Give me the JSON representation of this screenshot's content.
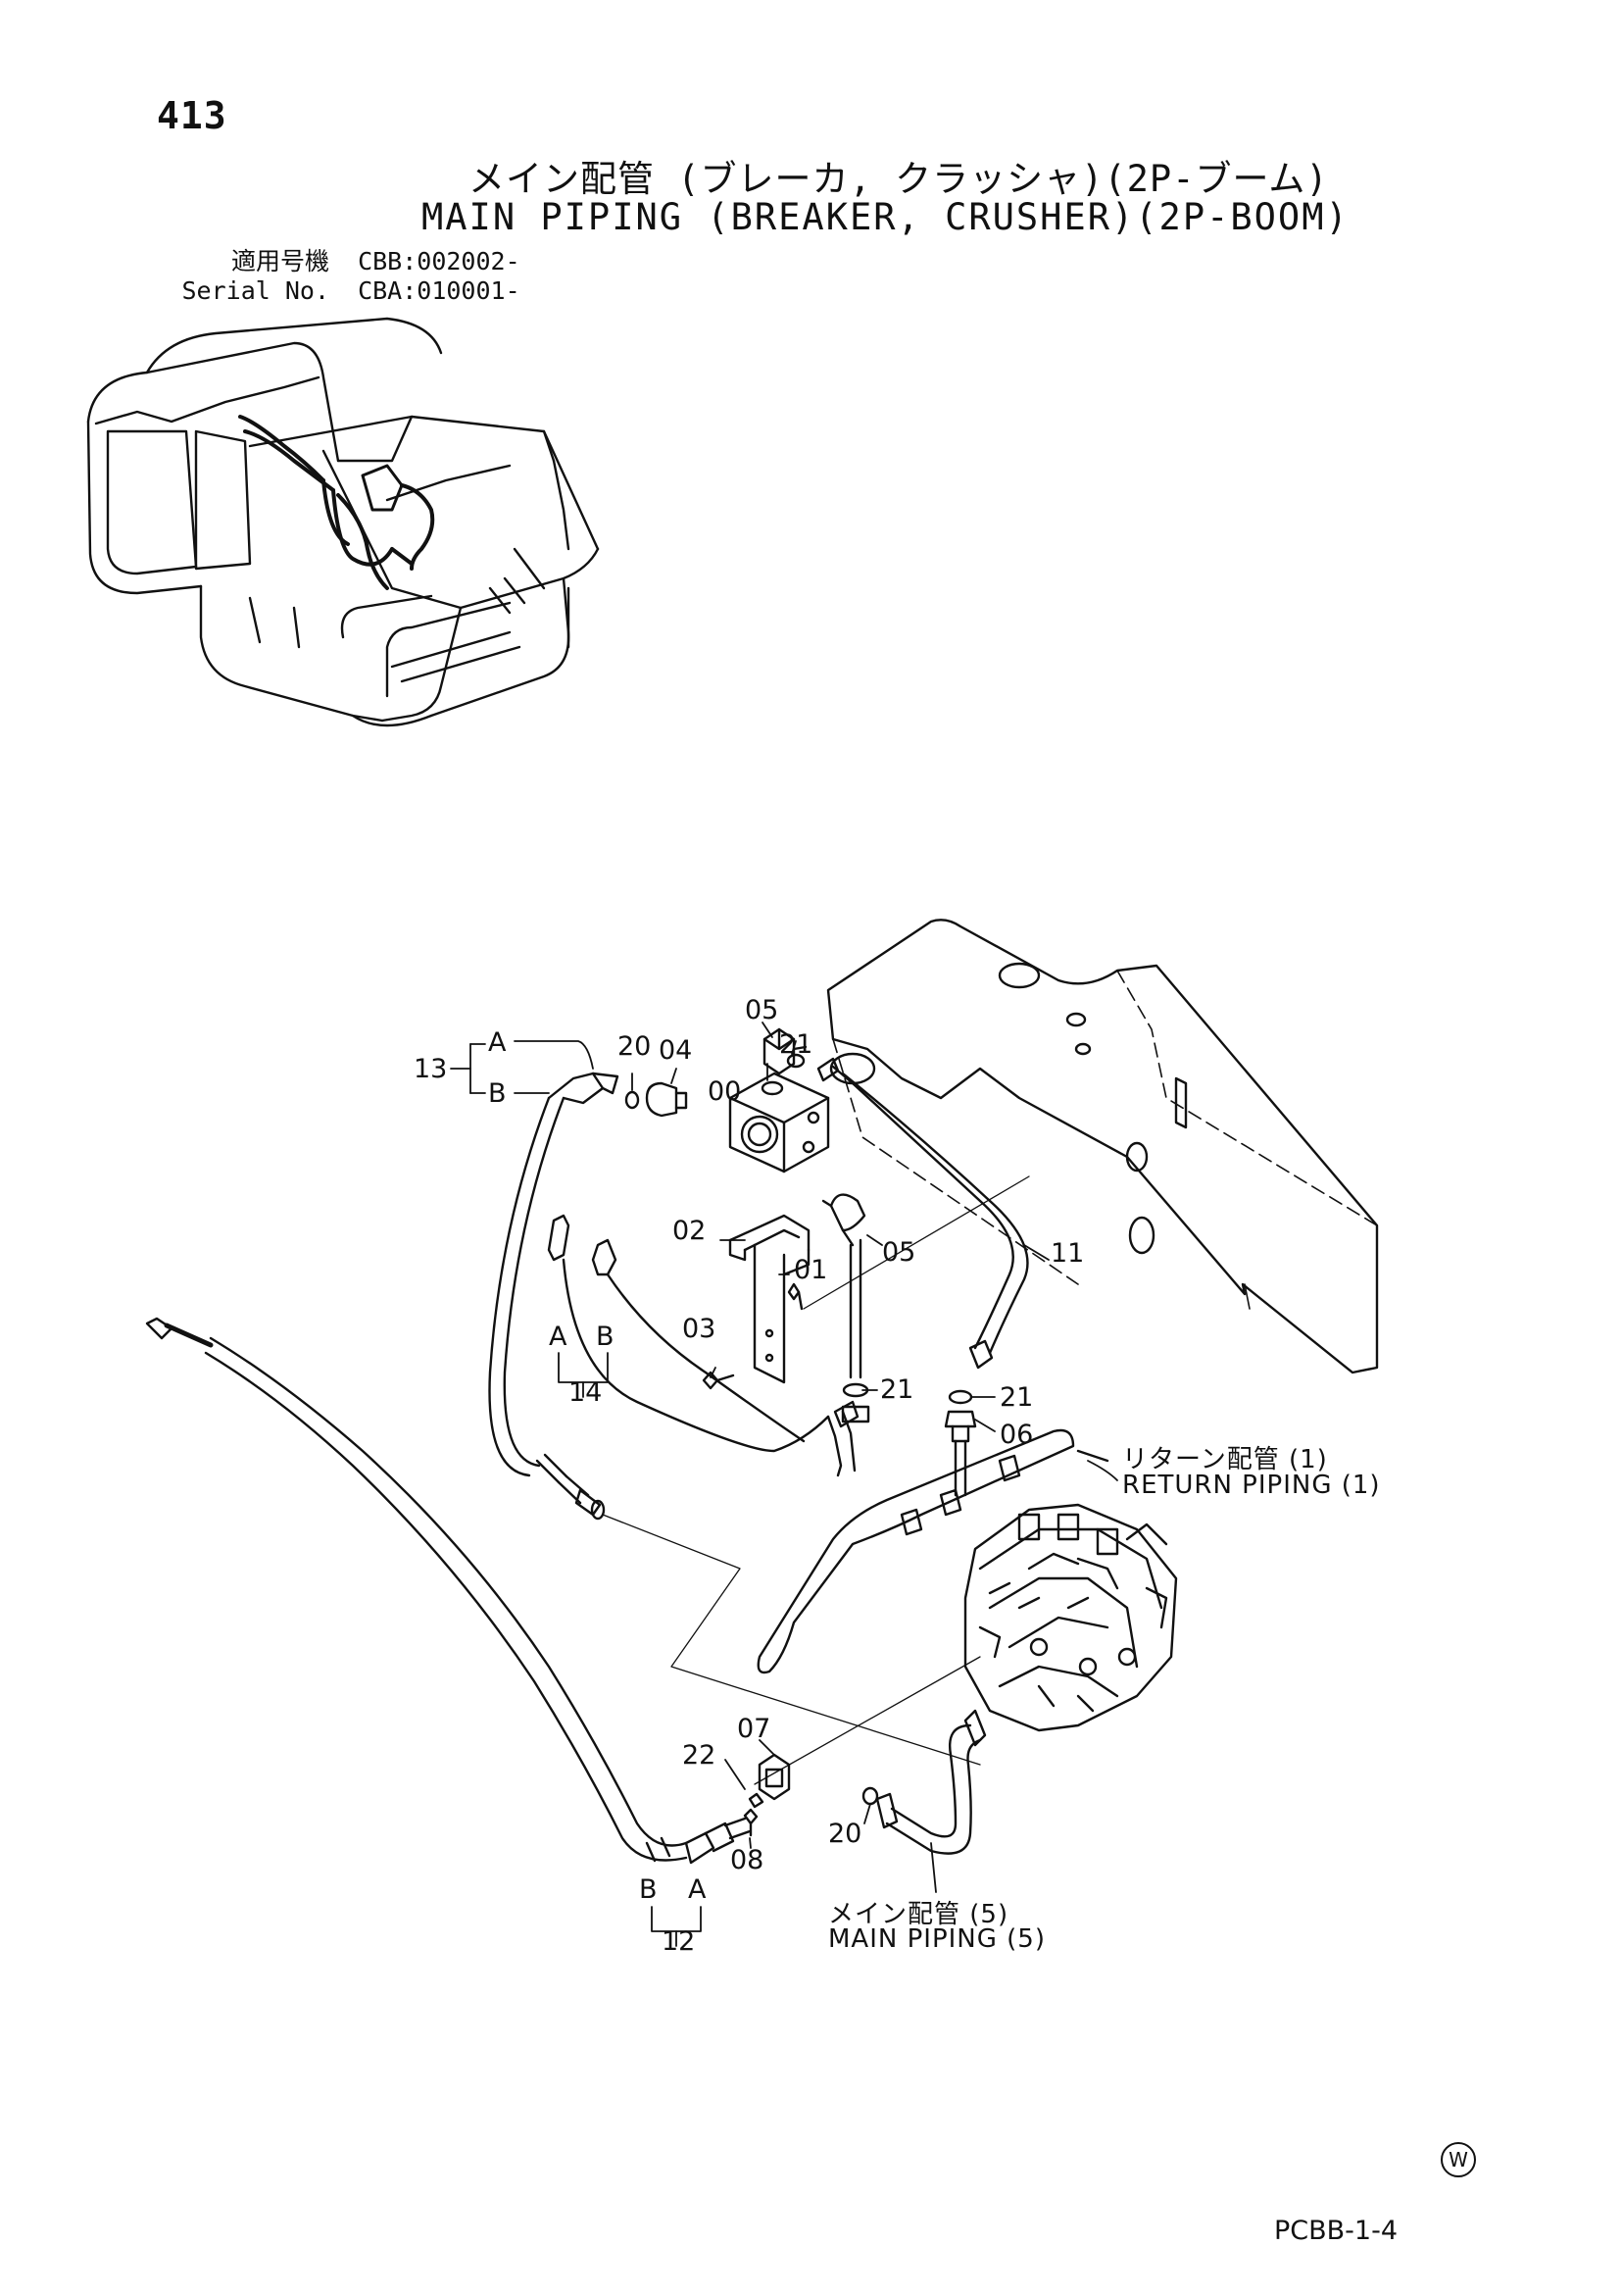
{
  "page_number": "413",
  "title_ja": "メイン配管 (ブレーカ, クラッシャ)(2P-ブーム)",
  "title_en": "MAIN PIPING (BREAKER, CRUSHER)(2P-BOOM)",
  "serial": {
    "label_ja": "適用号機",
    "label_en": "Serial No.",
    "value_1": "CBB:002002-",
    "value_2": "CBA:010001-"
  },
  "callouts": {
    "c00": "00",
    "c01": "01",
    "c02": "02",
    "c03": "03",
    "c04": "04",
    "c05a": "05",
    "c05b": "05",
    "c06": "06",
    "c07": "07",
    "c08": "08",
    "c11": "11",
    "c12": "12",
    "c13": "13",
    "c14": "14",
    "c20a": "20",
    "c20b": "20",
    "c21a": "21",
    "c21b": "21",
    "c21c": "21",
    "c22": "22",
    "a13": "A",
    "b13": "B",
    "a14": "A",
    "b14": "B",
    "a12": "A",
    "b12": "B"
  },
  "labels": {
    "return_ja": "リターン配管 (1)",
    "return_en": "RETURN PIPING (1)",
    "main_ja": "メイン配管 (5)",
    "main_en": "MAIN PIPING (5)"
  },
  "watermark": "W",
  "page_code": "PCBB-1-4"
}
